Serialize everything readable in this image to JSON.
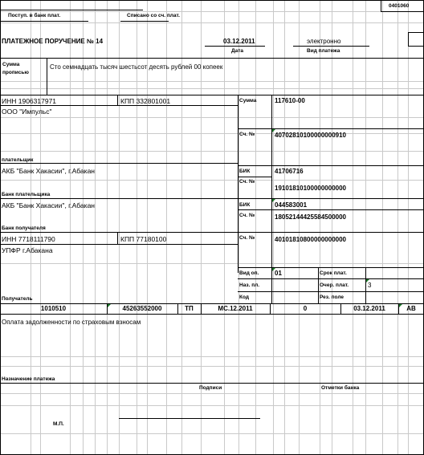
{
  "header": {
    "form_code": "0401060",
    "received_label": "Поступ. в банк плат.",
    "debited_label": "Списано со сч. плат."
  },
  "order": {
    "title": "ПЛАТЕЖНОЕ ПОРУЧЕНИЕ № 14",
    "date": "03.12.2011",
    "date_label": "Дата",
    "payment_type": "электронно",
    "payment_type_label": "Вид платежа"
  },
  "amount_words": {
    "label_line1": "Сумма",
    "label_line2": "прописью",
    "value": "Сто семнадцать тысяч шестьсот десять рублей 00 копеек"
  },
  "payer": {
    "inn": "ИНН 1906317971",
    "kpp": "КПП  332801001",
    "name": "ООО \"Импульс\"",
    "label": "плательщик",
    "sum_label": "Сумма",
    "sum_value": "117610-00",
    "account_label": "Сч. №",
    "account_value": "40702810100000000910"
  },
  "payer_bank": {
    "name": "АКБ \"Банк Хакасии\", г.Абакан",
    "label": "Банк плательщика",
    "bik_label": "БИК",
    "bik_value": "41706716",
    "account_label": "Сч. №",
    "account_value": "19101810100000000000"
  },
  "recipient_bank": {
    "name": "АКБ \"Банк Хакасии\", г.Абакан",
    "label": "Банк получателя",
    "bik_label": "БИК",
    "bik_value": "044583001",
    "account_label": "Сч. №",
    "account_value": "18052144425584500000"
  },
  "recipient": {
    "inn": "ИНН 7718111790",
    "kpp": "КПП  77180100",
    "name": "УПФР г.Абакана",
    "label": "Получатель",
    "account_label": "Сч. №",
    "account_value": "40101810800000000000",
    "op_type_label": "Вид оп.",
    "op_type_value": "01",
    "payment_term_label": "Срок плат.",
    "purpose_label": "Наз. пл.",
    "order_label": "Очер. плат.",
    "order_value": "3",
    "code_label": "Код",
    "reserve_label": "Рез. поле"
  },
  "tax_fields": {
    "kbk": "1010510",
    "okato": "45263552000",
    "basis": "ТП",
    "period": "МС.12.2011",
    "doc_number": "0",
    "doc_date": "03.12.2011",
    "type": "АВ"
  },
  "purpose": {
    "text": "Оплата задолженности по страховым взносам",
    "label": "Назначение платежа"
  },
  "footer": {
    "signatures_label": "Подписи",
    "bank_marks_label": "Отметки банка",
    "stamp_label": "М.П."
  }
}
